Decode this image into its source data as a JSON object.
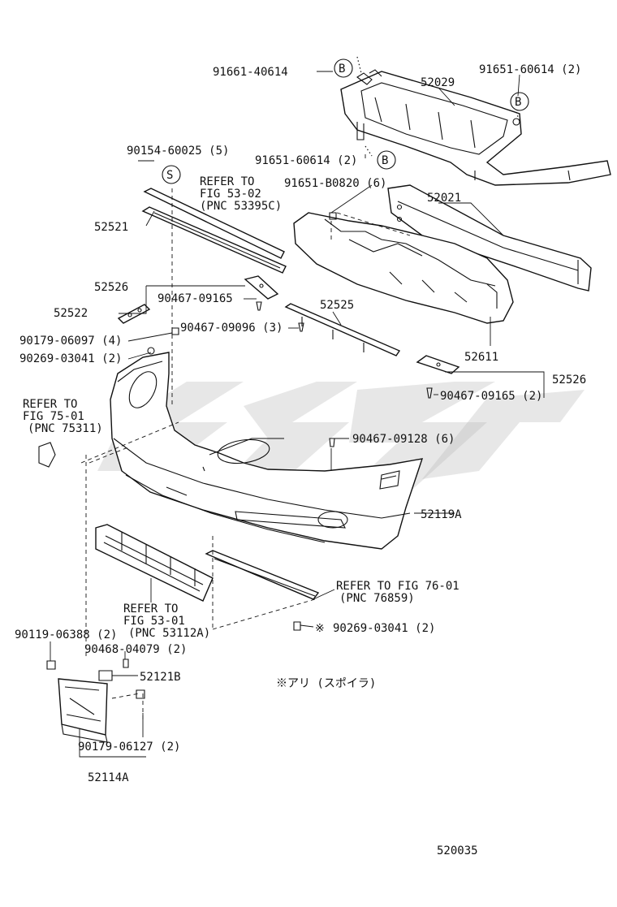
{
  "diagram_number": "520035",
  "parts": {
    "p52029": "52029",
    "p52021": "52021",
    "p52521": "52521",
    "p52526_left": "52526",
    "p52526_right": "52526",
    "p52522": "52522",
    "p52525": "52525",
    "p52611": "52611",
    "p52119A": "52119A",
    "p52121B": "52121B",
    "p52114A": "52114A"
  },
  "fasteners": {
    "f91661_40614": "91661-40614",
    "f91651_60614_top": "91651-60614 (2)",
    "f91651_60614_mid": "91651-60614 (2)",
    "f90154_60025": "90154-60025 (5)",
    "f91651_B0820": "91651-B0820 (6)",
    "f90467_09165_left": "90467-09165",
    "f90467_09096": "90467-09096 (3)",
    "f90179_06097": "90179-06097 (4)",
    "f90269_03041_left": "90269-03041 (2)",
    "f90467_09165_right": "90467-09165 (2)",
    "f90467_09128": "90467-09128 (6)",
    "f90269_03041_bottom": "90269-03041 (2)",
    "f90119_06388": "90119-06388 (2)",
    "f90468_04079": "90468-04079 (2)",
    "f90179_06127": "90179-06127 (2)"
  },
  "callouts": {
    "B": "B",
    "S": "S",
    "mark": "※"
  },
  "refs": {
    "r53_02": [
      "REFER TO",
      "FIG 53-02",
      "(PNC 53395C)"
    ],
    "r75_01": [
      "REFER TO",
      "FIG 75-01",
      "(PNC 75311)"
    ],
    "r76_01": [
      "REFER TO FIG 76-01",
      "(PNC 76859)"
    ],
    "r53_01": [
      "REFER TO",
      "FIG 53-01",
      "(PNC 53112A)"
    ]
  },
  "note": "※アリ (スポイラ)"
}
